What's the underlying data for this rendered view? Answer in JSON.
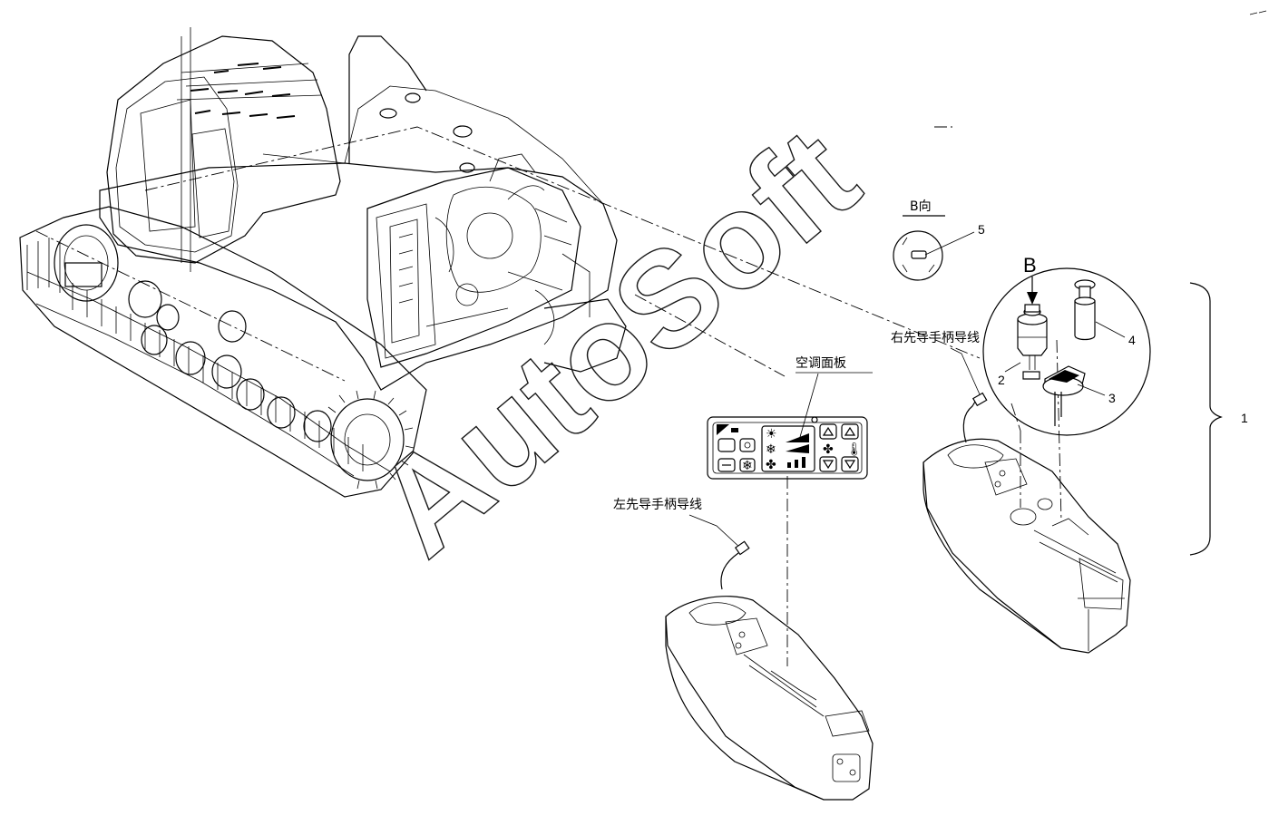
{
  "labels": {
    "view_b": "B向",
    "arrow_b": "B",
    "right_pilot_harness": "右先导手柄导线",
    "left_pilot_harness": "左先导手柄导线",
    "ac_panel": "空调面板"
  },
  "callouts": {
    "c1": "1",
    "c2": "2",
    "c3": "3",
    "c4": "4",
    "c5": "5"
  },
  "watermark": "AutoSoft"
}
